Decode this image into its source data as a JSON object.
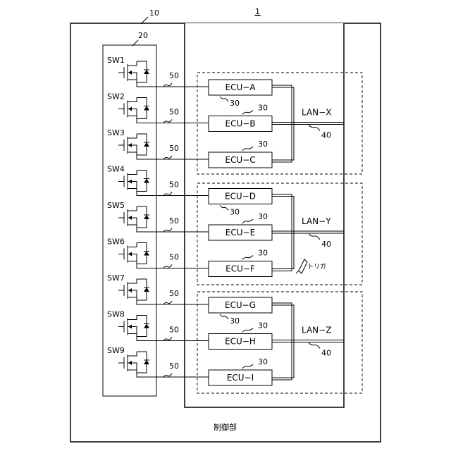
{
  "figure_ref": "1",
  "unit_ref": "10",
  "switch_box_ref": "20",
  "control_label": "制御部",
  "switches": [
    "SW1",
    "SW2",
    "SW3",
    "SW4",
    "SW5",
    "SW6",
    "SW7",
    "SW8",
    "SW9"
  ],
  "wire_ref": "50",
  "ecus": [
    "ECU−A",
    "ECU−B",
    "ECU−C",
    "ECU−D",
    "ECU−E",
    "ECU−F",
    "ECU−G",
    "ECU−H",
    "ECU−I"
  ],
  "ecu_ref": "30",
  "lans": [
    {
      "name": "LAN−X",
      "ref": "40"
    },
    {
      "name": "LAN−Y",
      "ref": "40"
    },
    {
      "name": "LAN−Z",
      "ref": "40"
    }
  ],
  "trigger_label": "トリガ"
}
